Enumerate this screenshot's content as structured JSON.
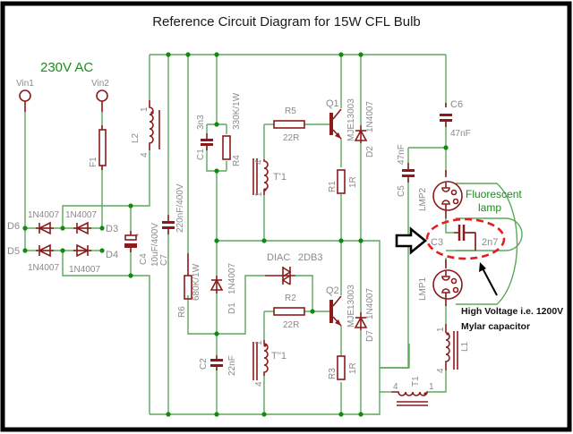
{
  "title": "Reference Circuit Diagram for 15W CFL Bulb",
  "supply_label": "230V AC",
  "colors": {
    "wire": "#5aa85a",
    "component": "#8b1a1a",
    "junction": "#108a10",
    "label": "#8a8a8a",
    "highlight": "#e02020",
    "frame": "#000000"
  },
  "terminals": [
    {
      "id": "Vin1",
      "label": "Vin1"
    },
    {
      "id": "Vin2",
      "label": "Vin2"
    }
  ],
  "components": {
    "F1": {
      "name": "F1"
    },
    "L2": {
      "name": "L2",
      "pin_a": "1",
      "pin_b": "4"
    },
    "D6": {
      "name": "D6",
      "value": "1N4007"
    },
    "D3": {
      "name": "D3",
      "value": "1N4007"
    },
    "D5": {
      "name": "D5",
      "value": "1N4007"
    },
    "D4": {
      "name": "D4",
      "value": "1N4007"
    },
    "C4": {
      "name": "C4",
      "value": "10uF/400V",
      "polarity": "+"
    },
    "C7": {
      "name": "C7",
      "value": "220nF/400V"
    },
    "C1": {
      "name": "C1",
      "value": "3n3"
    },
    "R4": {
      "name": "R4",
      "value": "330K/1W"
    },
    "R6": {
      "name": "R6",
      "value": "680K/1W"
    },
    "D1": {
      "name": "D1",
      "value": "1N4007"
    },
    "C2": {
      "name": "C2",
      "value": "22nF"
    },
    "T1a": {
      "name": "T'1",
      "pin_a": "4",
      "pin_b": "1"
    },
    "T1b": {
      "name": "T''1",
      "pin_a": "1",
      "pin_b": "4"
    },
    "R5": {
      "name": "R5",
      "value": "22R"
    },
    "R2": {
      "name": "R2",
      "value": "22R"
    },
    "DIAC": {
      "name": "DIAC",
      "value": "2DB3"
    },
    "Q1": {
      "name": "Q1",
      "value": "MJE13003"
    },
    "Q2": {
      "name": "Q2",
      "value": "MJE13003"
    },
    "R1": {
      "name": "R1",
      "value": "1R"
    },
    "R3": {
      "name": "R3",
      "value": "1R"
    },
    "D2": {
      "name": "D2",
      "value": "1N4007"
    },
    "D7": {
      "name": "D7",
      "value": "1N4007"
    },
    "C5": {
      "name": "C5",
      "value": "47nF"
    },
    "C6": {
      "name": "C6",
      "value": "47nF"
    },
    "C3": {
      "name": "C3",
      "value": "2n7"
    },
    "LMP1": {
      "name": "LMP1"
    },
    "LMP2": {
      "name": "LMP2"
    },
    "T1": {
      "name": "T1",
      "pin_a": "4",
      "pin_b": "1"
    },
    "L1": {
      "name": "L1",
      "pin_a": "1",
      "pin_b": "4"
    }
  },
  "lamp_label": [
    "Fluorescent",
    "lamp"
  ],
  "annotation": {
    "line1": "High Voltage i.e. 1200V",
    "line2": "Mylar capacitor"
  }
}
